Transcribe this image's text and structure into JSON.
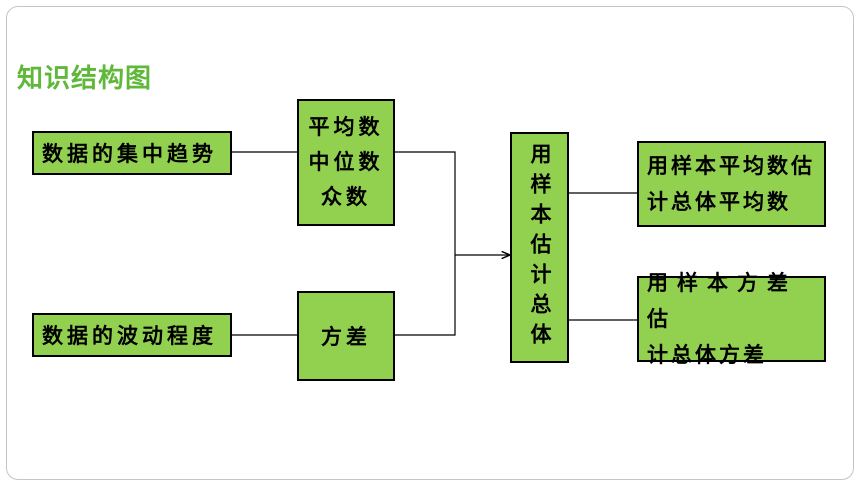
{
  "title": "知识结构图",
  "nodes": {
    "central_tendency": "数据的集中趋势",
    "measures": [
      "平均数",
      "中位数",
      "众数"
    ],
    "fluctuation": "数据的波动程度",
    "variance": "方差",
    "estimate": "用样本估计总体",
    "result_mean": [
      "用样本平均数估",
      "计总体平均数"
    ],
    "result_variance": [
      "用样本方差估",
      "计总体方差"
    ]
  },
  "colors": {
    "box_fill": "#92d050",
    "title": "#5fb83a",
    "line": "#000000"
  }
}
